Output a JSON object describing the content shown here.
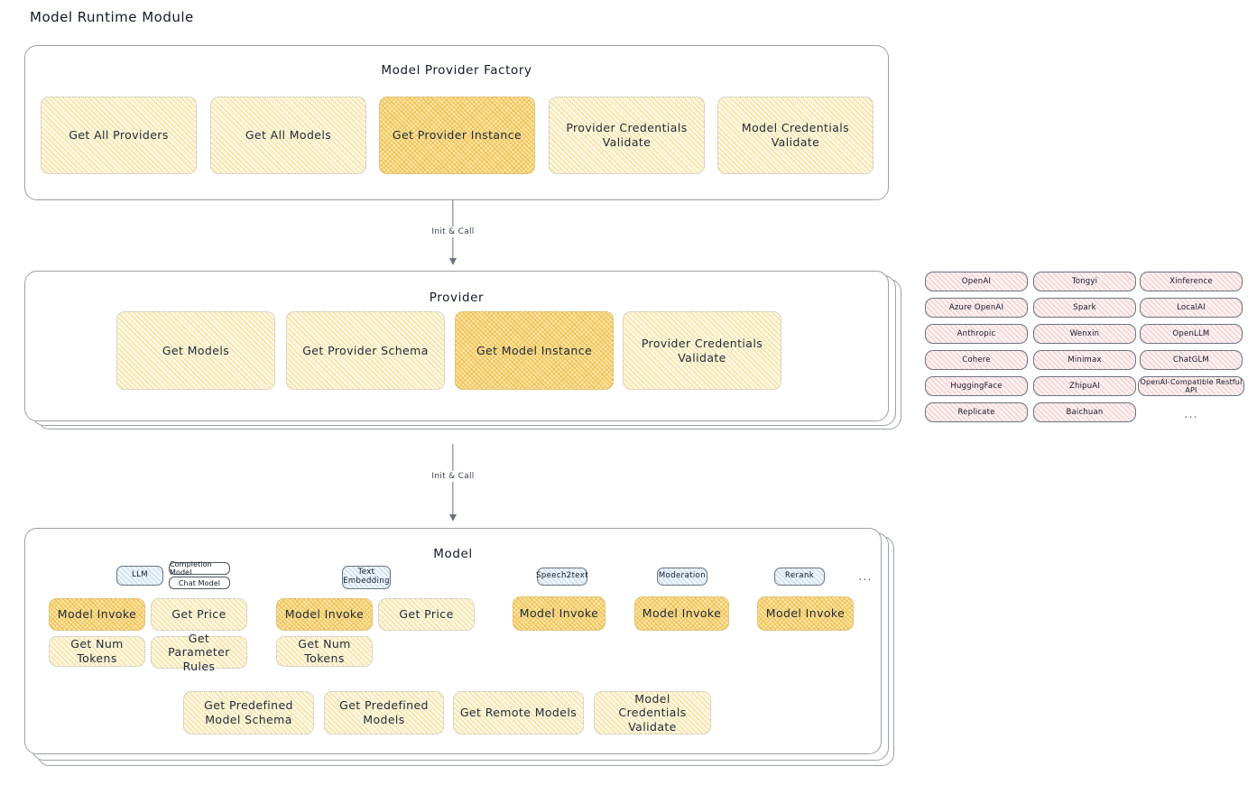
{
  "title": "Model Runtime Module",
  "factory": {
    "title": "Model Provider Factory",
    "items": [
      {
        "label": "Get All Providers",
        "highlighted": false
      },
      {
        "label": "Get All Models",
        "highlighted": false
      },
      {
        "label": "Get Provider Instance",
        "highlighted": true
      },
      {
        "label": "Provider Credentials Validate",
        "highlighted": false
      },
      {
        "label": "Model Credentials Validate",
        "highlighted": false
      }
    ]
  },
  "connector1": {
    "label": "Init & Call"
  },
  "provider": {
    "title": "Provider",
    "items": [
      {
        "label": "Get Models",
        "highlighted": false
      },
      {
        "label": "Get Provider Schema",
        "highlighted": false
      },
      {
        "label": "Get Model Instance",
        "highlighted": true
      },
      {
        "label": "Provider Credentials Validate",
        "highlighted": false
      }
    ]
  },
  "connector2": {
    "label": "Init & Call"
  },
  "provider_list": {
    "columns": [
      {
        "items": [
          "OpenAI",
          "Azure OpenAI",
          "Anthropic",
          "Cohere",
          "HuggingFace",
          "Replicate"
        ]
      },
      {
        "items": [
          "Tongyi",
          "Spark",
          "Wenxin",
          "Minimax",
          "ZhipuAI",
          "Baichuan"
        ]
      },
      {
        "items": [
          "Xinference",
          "LocalAI",
          "OpenLLM",
          "ChatGLM",
          "OpenAI-Compatible Restful API"
        ]
      }
    ],
    "more": "..."
  },
  "model": {
    "title": "Model",
    "more": "...",
    "types": [
      {
        "name": "LLM",
        "sub_pills": [
          "Completion Model",
          "Chat Model"
        ],
        "methods": [
          {
            "label": "Model Invoke",
            "highlighted": true
          },
          {
            "label": "Get Price",
            "highlighted": false
          },
          {
            "label": "Get Num Tokens",
            "highlighted": false
          },
          {
            "label": "Get Parameter Rules",
            "highlighted": false
          }
        ]
      },
      {
        "name": "Text Embedding",
        "sub_pills": [],
        "methods": [
          {
            "label": "Model Invoke",
            "highlighted": true
          },
          {
            "label": "Get Price",
            "highlighted": false
          },
          {
            "label": "Get Num Tokens",
            "highlighted": false
          }
        ]
      },
      {
        "name": "Speech2text",
        "sub_pills": [],
        "methods": [
          {
            "label": "Model Invoke",
            "highlighted": true
          }
        ]
      },
      {
        "name": "Moderation",
        "sub_pills": [],
        "methods": [
          {
            "label": "Model Invoke",
            "highlighted": true
          }
        ]
      },
      {
        "name": "Rerank",
        "sub_pills": [],
        "methods": [
          {
            "label": "Model Invoke",
            "highlighted": true
          }
        ]
      }
    ],
    "common_methods": [
      {
        "label": "Get Predefined Model Schema"
      },
      {
        "label": "Get Predefined Models"
      },
      {
        "label": "Get Remote Models"
      },
      {
        "label": "Model Credentials Validate"
      }
    ]
  },
  "colors": {
    "hatch_yellow": "#edc85a",
    "hatch_orange": "#ebb02d",
    "hatch_pink": "#e28c8c",
    "hatch_blue": "#78aadc",
    "panel_border": "#9aa0a6",
    "text": "#1f2937"
  }
}
